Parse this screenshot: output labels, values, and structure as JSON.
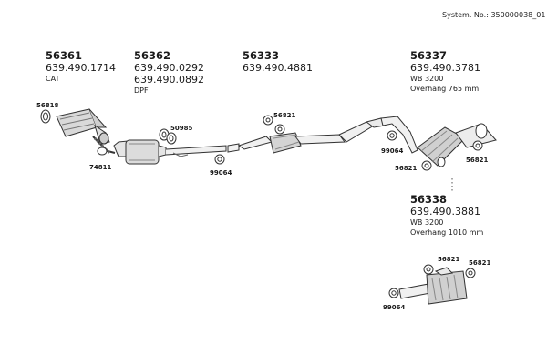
{
  "header": {
    "system_number": "System. No.: 350000038_01"
  },
  "groups": [
    {
      "part_no": "56361",
      "oem": [
        "639.490.1714"
      ],
      "notes": [
        "CAT"
      ]
    },
    {
      "part_no": "56362",
      "oem": [
        "639.490.0292",
        "639.490.0892"
      ],
      "notes": [
        "DPF"
      ]
    },
    {
      "part_no": "56333",
      "oem": [
        "639.490.4881"
      ],
      "notes": []
    },
    {
      "part_no": "56337",
      "oem": [
        "639.490.3781"
      ],
      "notes": [
        "WB 3200",
        "Overhang 765 mm"
      ]
    },
    {
      "part_no": "56338",
      "oem": [
        "639.490.3881"
      ],
      "notes": [
        "WB 3200",
        "Overhang 1010 mm"
      ]
    }
  ],
  "tags": {
    "t56818": "56818",
    "t74811": "74811",
    "t50985": "50985",
    "t99064a": "99064",
    "t56821a": "56821",
    "t99064b": "99064",
    "t56821b": "56821",
    "t56821c": "56821",
    "t56821d": "56821",
    "t56821e": "56821",
    "t99064c": "99064"
  }
}
